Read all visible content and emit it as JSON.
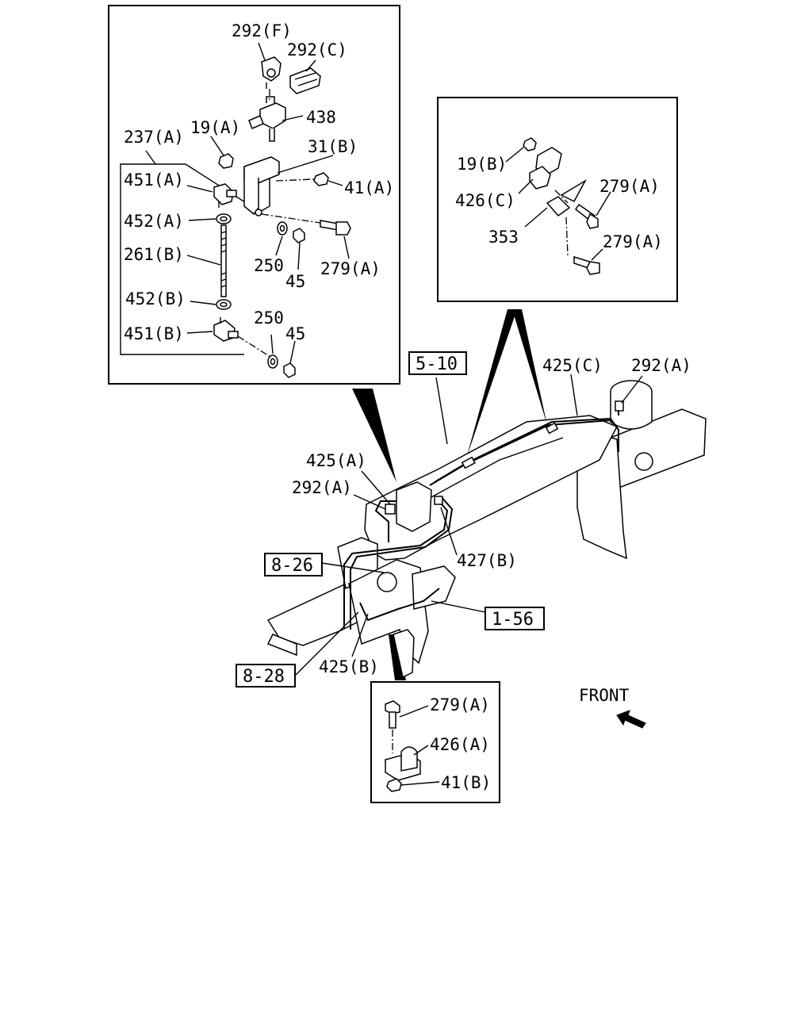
{
  "labels": {
    "l292F": "292(F)",
    "l292C": "292(C)",
    "l438": "438",
    "l19A": "19(A)",
    "l237A": "237(A)",
    "l31B": "31(B)",
    "l451A": "451(A)",
    "l41A": "41(A)",
    "l452A": "452(A)",
    "l261B": "261(B)",
    "l250a": "250",
    "l45a": "45",
    "l279A_1": "279(A)",
    "l452B": "452(B)",
    "l250b": "250",
    "l451B": "451(B)",
    "l45b": "45",
    "l19B": "19(B)",
    "l279A_2": "279(A)",
    "l426C": "426(C)",
    "l353": "353",
    "l279A_3": "279(A)",
    "l425C": "425(C)",
    "l292A_1": "292(A)",
    "l425A": "425(A)",
    "l292A_2": "292(A)",
    "l427B": "427(B)",
    "l425B": "425(B)",
    "l279A_4": "279(A)",
    "l426A": "426(A)",
    "l41B": "41(B)",
    "front": "FRONT"
  },
  "refs": {
    "r510": "5-10",
    "r826": "8-26",
    "r156": "1-56",
    "r828": "8-28"
  }
}
